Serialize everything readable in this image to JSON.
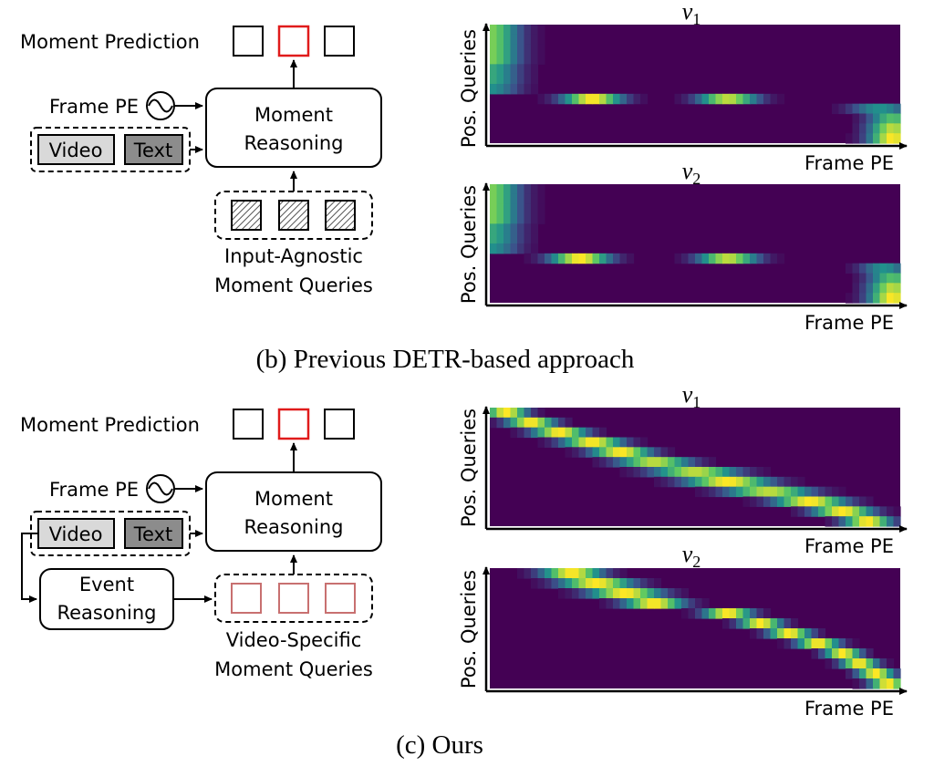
{
  "section_b": {
    "caption": "(b) Previous DETR-based approach",
    "moment_prediction_label": "Moment Prediction",
    "frame_pe_label": "Frame PE",
    "video_label": "Video",
    "text_label": "Text",
    "moment_reasoning_line1": "Moment",
    "moment_reasoning_line2": "Reasoning",
    "queries_caption_line1": "Input-Agnostic",
    "queries_caption_line2": "Moment Queries",
    "heatmap_v1_title": "v",
    "heatmap_v1_sub": "1",
    "heatmap_v2_title": "v",
    "heatmap_v2_sub": "2",
    "y_axis_label": "Pos. Queries",
    "x_axis_label": "Frame PE"
  },
  "section_c": {
    "caption": "(c) Ours",
    "moment_prediction_label": "Moment Prediction",
    "frame_pe_label": "Frame PE",
    "video_label": "Video",
    "text_label": "Text",
    "moment_reasoning_line1": "Moment",
    "moment_reasoning_line2": "Reasoning",
    "event_reasoning_line1": "Event",
    "event_reasoning_line2": "Reasoning",
    "queries_caption_line1": "Video-Specific",
    "queries_caption_line2": "Moment Queries",
    "heatmap_v1_title": "v",
    "heatmap_v1_sub": "1",
    "heatmap_v2_title": "v",
    "heatmap_v2_sub": "2",
    "y_axis_label": "Pos. Queries",
    "x_axis_label": "Frame PE"
  },
  "colors": {
    "highlight_red": "#e01b1b",
    "query_red": "#c87070",
    "video_fill": "#d9d9d9",
    "text_fill": "#8c8c8c",
    "heat_low": "#440154",
    "heat_high": "#fde725"
  },
  "heatmaps": {
    "b_v1": {
      "rows": [
        [
          [
            0.0,
            0.8,
            0.05
          ]
        ],
        [
          [
            0.0,
            0.8,
            0.05
          ]
        ],
        [
          [
            0.0,
            0.8,
            0.05
          ]
        ],
        [
          [
            0.0,
            0.8,
            0.05
          ]
        ],
        [
          [
            0.0,
            0.6,
            0.05
          ]
        ],
        [
          [
            0.0,
            0.6,
            0.05
          ]
        ],
        [
          [
            0.0,
            0.5,
            0.05
          ]
        ],
        [
          [
            0.25,
            1.0,
            0.05
          ],
          [
            0.58,
            0.9,
            0.05
          ]
        ],
        [
          [
            0.95,
            0.5,
            0.05
          ]
        ],
        [
          [
            0.98,
            0.7,
            0.04
          ]
        ],
        [
          [
            0.98,
            0.9,
            0.04
          ]
        ],
        [
          [
            0.98,
            1.0,
            0.04
          ]
        ]
      ]
    },
    "b_v2": {
      "rows": [
        [
          [
            0.0,
            0.8,
            0.05
          ]
        ],
        [
          [
            0.0,
            0.8,
            0.05
          ]
        ],
        [
          [
            0.0,
            0.8,
            0.05
          ]
        ],
        [
          [
            0.0,
            0.8,
            0.05
          ]
        ],
        [
          [
            0.0,
            0.6,
            0.05
          ]
        ],
        [
          [
            0.0,
            0.6,
            0.05
          ]
        ],
        [
          [
            0.0,
            0.5,
            0.05
          ]
        ],
        [
          [
            0.22,
            1.0,
            0.05
          ],
          [
            0.58,
            0.9,
            0.05
          ]
        ],
        [
          [
            0.96,
            0.5,
            0.04
          ]
        ],
        [
          [
            0.98,
            0.7,
            0.04
          ]
        ],
        [
          [
            0.98,
            0.9,
            0.04
          ]
        ],
        [
          [
            0.98,
            1.0,
            0.04
          ]
        ]
      ]
    },
    "c_v1": {
      "rows": [
        [
          [
            0.04,
            1.0,
            0.035
          ]
        ],
        [
          [
            0.1,
            1.0,
            0.04
          ]
        ],
        [
          [
            0.17,
            1.0,
            0.045
          ]
        ],
        [
          [
            0.25,
            1.0,
            0.05
          ]
        ],
        [
          [
            0.32,
            1.0,
            0.05
          ]
        ],
        [
          [
            0.4,
            0.9,
            0.06
          ]
        ],
        [
          [
            0.5,
            0.9,
            0.07
          ]
        ],
        [
          [
            0.58,
            1.0,
            0.07
          ]
        ],
        [
          [
            0.68,
            0.9,
            0.07
          ]
        ],
        [
          [
            0.78,
            1.0,
            0.06
          ]
        ],
        [
          [
            0.86,
            1.0,
            0.05
          ]
        ],
        [
          [
            0.92,
            1.0,
            0.04
          ]
        ]
      ]
    },
    "c_v2": {
      "rows": [
        [
          [
            0.2,
            1.0,
            0.05
          ]
        ],
        [
          [
            0.26,
            1.0,
            0.06
          ]
        ],
        [
          [
            0.33,
            1.0,
            0.06
          ]
        ],
        [
          [
            0.4,
            1.0,
            0.05
          ]
        ],
        [
          [
            0.58,
            1.0,
            0.04
          ]
        ],
        [
          [
            0.66,
            1.0,
            0.035
          ]
        ],
        [
          [
            0.73,
            1.0,
            0.035
          ]
        ],
        [
          [
            0.8,
            1.0,
            0.035
          ]
        ],
        [
          [
            0.86,
            1.0,
            0.03
          ]
        ],
        [
          [
            0.9,
            1.0,
            0.03
          ]
        ],
        [
          [
            0.94,
            1.0,
            0.03
          ]
        ],
        [
          [
            0.97,
            1.0,
            0.03
          ]
        ]
      ]
    }
  }
}
